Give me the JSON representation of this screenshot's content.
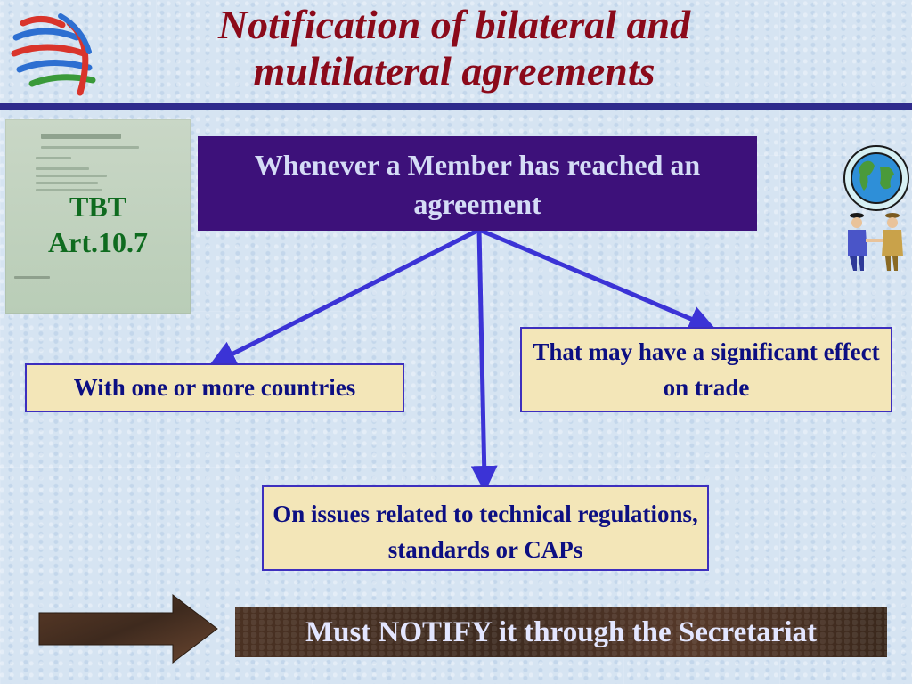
{
  "slide": {
    "title": "Notification of bilateral and multilateral agreements",
    "doc_label_line1": "TBT",
    "doc_label_line2": "Art.10.7",
    "top_box": "Whenever a Member has reached an agreement",
    "left_box": "With one or more countries",
    "right_box": "That may have a significant effect on trade",
    "bottom_box": "On issues related to technical regulations, standards or CAPs",
    "notify": "Must NOTIFY it through the Secretariat"
  },
  "icons": {
    "logo": "wto-logo-icon",
    "document": "document-cover-image",
    "handshake": "globe-handshake-icon",
    "arrow": "right-arrow-icon"
  },
  "colors": {
    "title": "#8b0a1a",
    "rule": "#2e2a8c",
    "top_box_bg": "#3d117a",
    "top_box_text": "#d5dcf6",
    "tan_box_bg": "#f3e6b8",
    "tan_box_border": "#3d2fbe",
    "tan_box_text": "#0c0f82",
    "doc_label": "#0f6b1f",
    "connector": "#3b33d6",
    "notify_text": "#e3e6ff"
  }
}
